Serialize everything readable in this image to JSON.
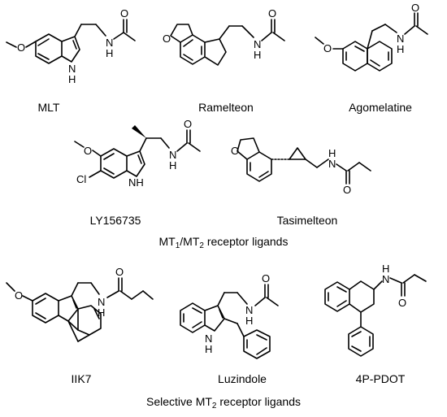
{
  "molecules": [
    {
      "key": "mlt",
      "name": "MLT"
    },
    {
      "key": "ramelteon",
      "name": "Ramelteon"
    },
    {
      "key": "agomelatine",
      "name": "Agomelatine"
    },
    {
      "key": "ly156735",
      "name": "LY156735"
    },
    {
      "key": "tasimelteon",
      "name": "Tasimelteon"
    },
    {
      "key": "iik7",
      "name": "IIK7"
    },
    {
      "key": "luzindole",
      "name": "Luzindole"
    },
    {
      "key": "pdot",
      "name": "4P-PDOT"
    }
  ],
  "groups": {
    "mt1mt2": {
      "p1": "MT",
      "s1": "1",
      "p2": "/MT",
      "s2": "2",
      "p3": " receptor ligands"
    },
    "mt2": {
      "p1": "Selective MT",
      "s1": "2",
      "p2": " receptor ligands"
    }
  },
  "atoms": {
    "o": "O",
    "n": "N",
    "h": "H",
    "nh": "NH",
    "cl": "Cl",
    "hn": "H"
  }
}
